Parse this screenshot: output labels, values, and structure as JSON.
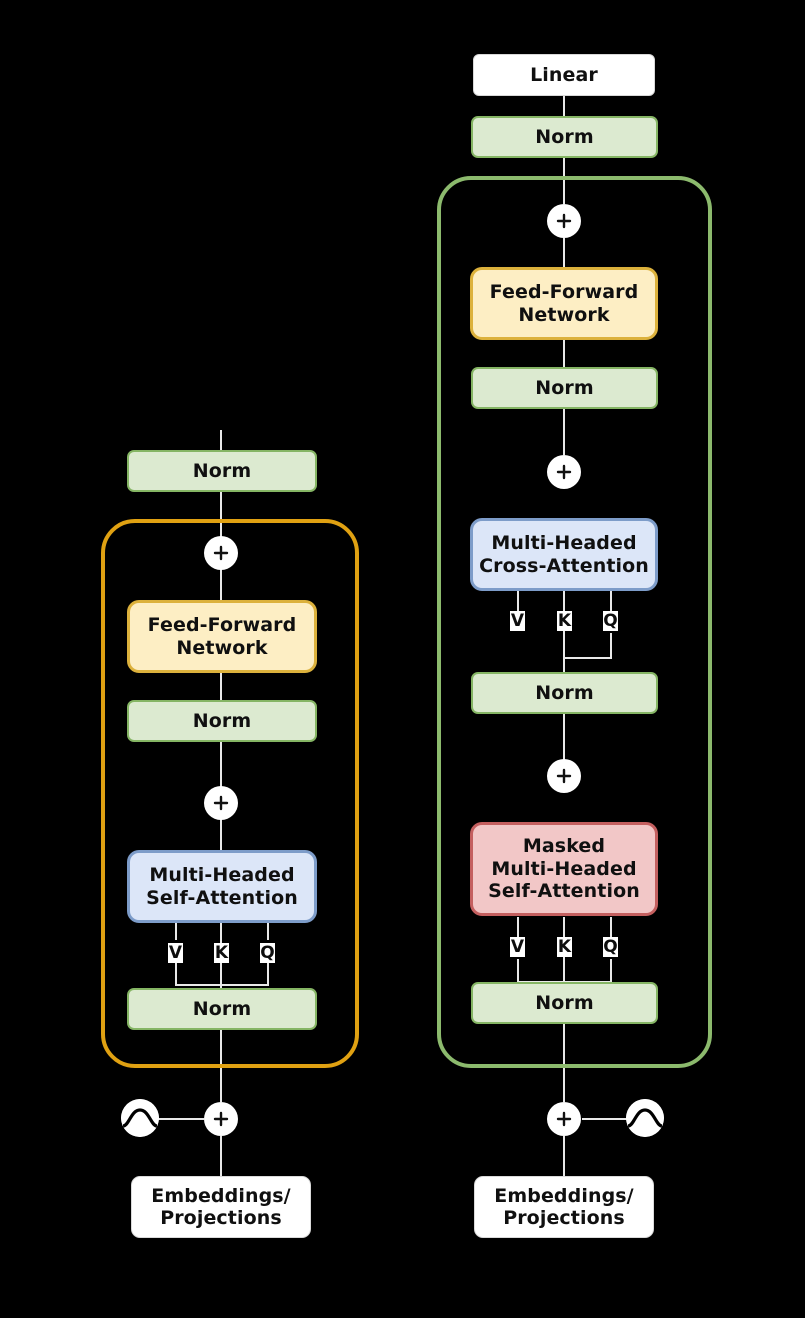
{
  "diagram": {
    "title": "Transformer encoder-decoder architecture",
    "background": "#000000",
    "colors": {
      "encoder_group_border": "#e0a112",
      "decoder_group_border": "#8cba6d",
      "norm_fill": "#dcead0",
      "norm_border": "#85b564",
      "ffn_fill": "#fdeec4",
      "ffn_border": "#dcb13c",
      "attention_fill": "#dce6f8",
      "attention_border": "#7d9cc9",
      "masked_fill": "#f2c7c7",
      "masked_border": "#c45f5f",
      "plain_fill": "#ffffff",
      "wire": "#e9e9e9"
    }
  },
  "encoder": {
    "group_label": "encoder-block",
    "output_norm": "Norm",
    "add_top": "+",
    "feed_forward": "Feed-Forward\nNetwork",
    "mid_norm": "Norm",
    "add_mid": "+",
    "attention": "Multi-Headed\nSelf-Attention",
    "vkq": [
      "V",
      "K",
      "Q"
    ],
    "input_norm": "Norm",
    "positional_icon": "sine-wave-icon",
    "add_input": "+",
    "embeddings": "Embeddings/\nProjections"
  },
  "decoder": {
    "group_label": "decoder-block",
    "linear": "Linear",
    "output_norm": "Norm",
    "add_top": "+",
    "feed_forward": "Feed-Forward\nNetwork",
    "norm_after_cross": "Norm",
    "add_cross": "+",
    "cross_attention": "Multi-Headed\nCross-Attention",
    "cross_vkq": [
      "V",
      "K",
      "Q"
    ],
    "norm_after_masked": "Norm",
    "add_masked": "+",
    "masked_attention": "Masked\nMulti-Headed\nSelf-Attention",
    "masked_vkq": [
      "V",
      "K",
      "Q"
    ],
    "input_norm": "Norm",
    "add_input": "+",
    "positional_icon": "sine-wave-icon",
    "embeddings": "Embeddings/\nProjections"
  }
}
